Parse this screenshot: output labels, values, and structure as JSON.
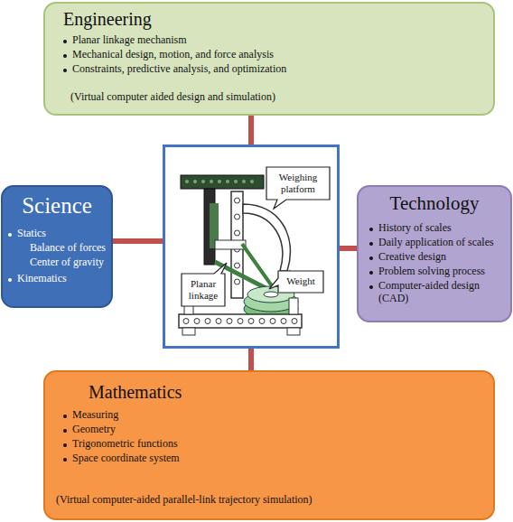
{
  "diagram": {
    "nodes": [
      {
        "text": [
          "Engineering",
          "Planar linkage mechanism",
          "Mechanical design, motion, and force analysis",
          "Constraints, predictive analysis, and optimization",
          "(Virtual computer aided design and simulation)"
        ]
      },
      {
        "text": [
          "Science",
          "Statics",
          "Balance of forces",
          "Center of gravity",
          "Kinematics"
        ]
      },
      {
        "text": []
      },
      {
        "text": [
          "Weighing platform"
        ],
        "in": 2
      },
      {
        "text": [
          "Planar linkage"
        ],
        "in": 2
      },
      {
        "text": [
          "Weight"
        ],
        "in": 2
      },
      {
        "text": [
          "Technology",
          "History of scales",
          "Daily application of scales",
          "Creative design",
          "Problem solving process",
          "Computer-aided design (CAD)"
        ]
      },
      {
        "text": [
          "Mathematics",
          "Measuring",
          "Geometry",
          "Trigonometric functions",
          "Space coordinate system",
          "(Virtual computer-aided parallel-link trajectory simulation)"
        ]
      }
    ],
    "edges": [
      {
        "from": 2,
        "to": 0,
        "arrow": "none"
      },
      {
        "from": 2,
        "to": 1,
        "arrow": "none"
      },
      {
        "from": 2,
        "to": 6,
        "arrow": "none"
      },
      {
        "from": 2,
        "to": 7,
        "arrow": "none"
      }
    ]
  }
}
